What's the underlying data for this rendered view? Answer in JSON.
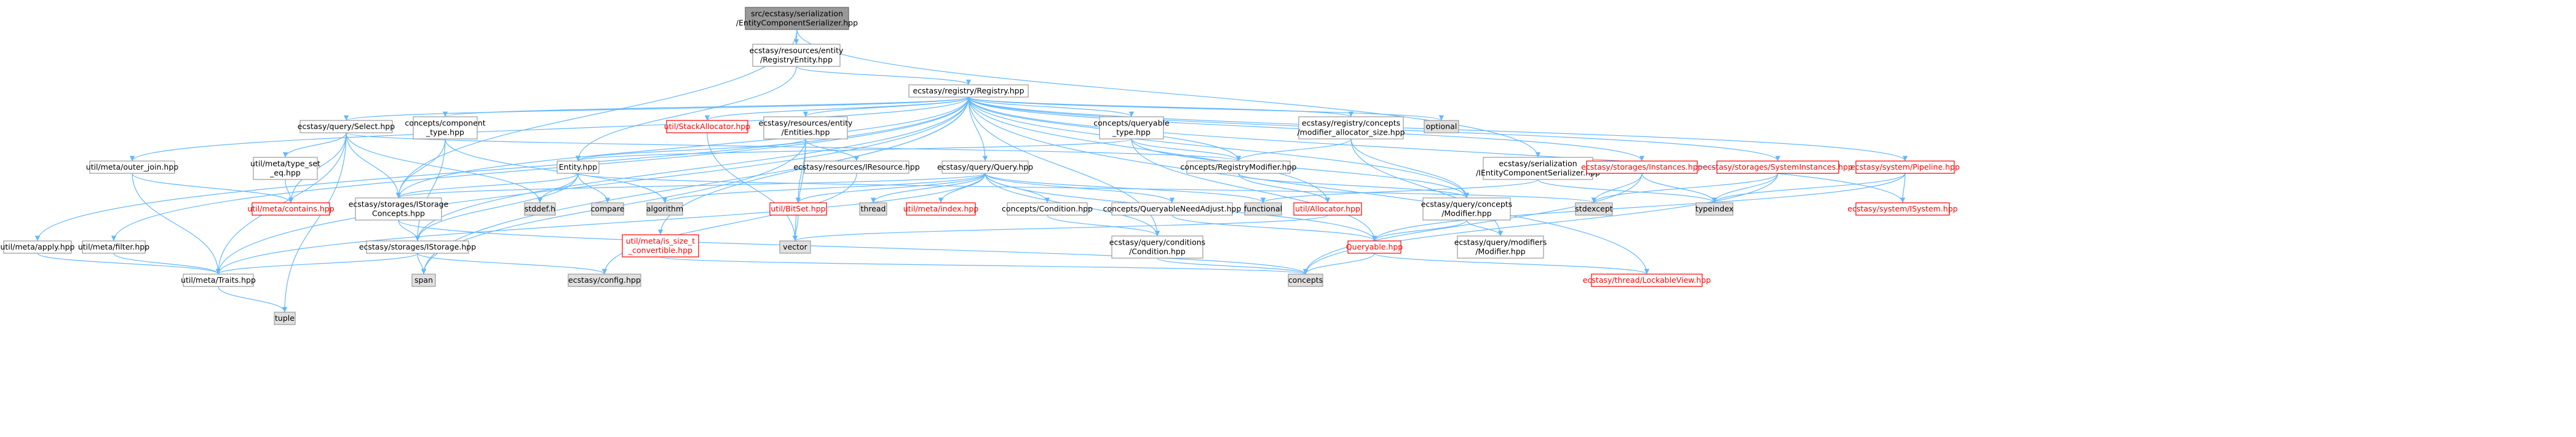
{
  "colors": {
    "edge": "#63b8ff",
    "node_border": "#999999",
    "root_fill": "#999999",
    "system_fill": "#e0e0e0",
    "unresolved": "#ff0000"
  },
  "nodes": [
    {
      "id": "root",
      "lines": [
        "src/ecstasy/serialization",
        "/EntityComponentSerializer.hpp"
      ],
      "style": "root"
    },
    {
      "id": "registryentity",
      "lines": [
        "ecstasy/resources/entity",
        "/RegistryEntity.hpp"
      ]
    },
    {
      "id": "registry",
      "lines": [
        "ecstasy/registry/Registry.hpp"
      ]
    },
    {
      "id": "select",
      "lines": [
        "ecstasy/query/Select.hpp"
      ]
    },
    {
      "id": "concepts_component",
      "lines": [
        "concepts/component",
        "_type.hpp"
      ]
    },
    {
      "id": "stackallocator",
      "lines": [
        "util/StackAllocator.hpp"
      ],
      "style": "red"
    },
    {
      "id": "entities",
      "lines": [
        "ecstasy/resources/entity",
        "/Entities.hpp"
      ]
    },
    {
      "id": "queryable_type",
      "lines": [
        "concepts/queryable",
        "_type.hpp"
      ]
    },
    {
      "id": "modifier_alloc_size",
      "lines": [
        "ecstasy/registry/concepts",
        "/modifier_allocator_size.hpp"
      ]
    },
    {
      "id": "optional",
      "lines": [
        "optional"
      ],
      "style": "grey"
    },
    {
      "id": "iecs",
      "lines": [
        "ecstasy/serialization",
        "/IEntityComponentSerializer.hpp"
      ]
    },
    {
      "id": "instances",
      "lines": [
        "ecstasy/storages/Instances.hpp"
      ],
      "style": "red"
    },
    {
      "id": "systeminstances",
      "lines": [
        "ecstasy/storages/SystemInstances.hpp"
      ],
      "style": "red"
    },
    {
      "id": "pipeline",
      "lines": [
        "ecstasy/system/Pipeline.hpp"
      ],
      "style": "red"
    },
    {
      "id": "outer_join",
      "lines": [
        "util/meta/outer_join.hpp"
      ]
    },
    {
      "id": "type_set_eq",
      "lines": [
        "util/meta/type_set",
        "_eq.hpp"
      ]
    },
    {
      "id": "entity",
      "lines": [
        "Entity.hpp"
      ]
    },
    {
      "id": "iresource",
      "lines": [
        "ecstasy/resources/IResource.hpp"
      ]
    },
    {
      "id": "query",
      "lines": [
        "ecstasy/query/Query.hpp"
      ]
    },
    {
      "id": "registrymodifier",
      "lines": [
        "concepts/RegistryModifier.hpp"
      ]
    },
    {
      "id": "contains",
      "lines": [
        "util/meta/contains.hpp"
      ],
      "style": "red"
    },
    {
      "id": "istoragec",
      "lines": [
        "ecstasy/storages/IStorage",
        "Concepts.hpp"
      ]
    },
    {
      "id": "stddef",
      "lines": [
        "stddef.h"
      ],
      "style": "grey"
    },
    {
      "id": "compare",
      "lines": [
        "compare"
      ],
      "style": "grey"
    },
    {
      "id": "algorithm",
      "lines": [
        "algorithm"
      ],
      "style": "grey"
    },
    {
      "id": "thread",
      "lines": [
        "thread"
      ],
      "style": "grey"
    },
    {
      "id": "index",
      "lines": [
        "util/meta/index.hpp"
      ],
      "style": "red"
    },
    {
      "id": "bitset",
      "lines": [
        "util/BitSet.hpp"
      ],
      "style": "red"
    },
    {
      "id": "condition_concept",
      "lines": [
        "concepts/Condition.hpp"
      ]
    },
    {
      "id": "qneedadjust",
      "lines": [
        "concepts/QueryableNeedAdjust.hpp"
      ]
    },
    {
      "id": "functional",
      "lines": [
        "functional"
      ],
      "style": "grey"
    },
    {
      "id": "allocator",
      "lines": [
        "util/Allocator.hpp"
      ],
      "style": "red"
    },
    {
      "id": "modifier_concept",
      "lines": [
        "ecstasy/query/concepts",
        "/Modifier.hpp"
      ]
    },
    {
      "id": "stdexcept",
      "lines": [
        "stdexcept"
      ],
      "style": "grey"
    },
    {
      "id": "typeindex",
      "lines": [
        "typeindex"
      ],
      "style": "grey"
    },
    {
      "id": "isystem",
      "lines": [
        "ecstasy/system/ISystem.hpp"
      ],
      "style": "red"
    },
    {
      "id": "apply",
      "lines": [
        "util/meta/apply.hpp"
      ]
    },
    {
      "id": "filter",
      "lines": [
        "util/meta/filter.hpp"
      ]
    },
    {
      "id": "istorage",
      "lines": [
        "ecstasy/storages/IStorage.hpp"
      ]
    },
    {
      "id": "is_size_t",
      "lines": [
        "util/meta/is_size_t",
        "_convertible.hpp"
      ],
      "style": "red"
    },
    {
      "id": "vector",
      "lines": [
        "vector"
      ],
      "style": "grey"
    },
    {
      "id": "condition_hpp",
      "lines": [
        "ecstasy/query/conditions",
        "/Condition.hpp"
      ]
    },
    {
      "id": "queryable",
      "lines": [
        "Queryable.hpp"
      ],
      "style": "red"
    },
    {
      "id": "modifiers_modifier",
      "lines": [
        "ecstasy/query/modifiers",
        "/Modifier.hpp"
      ]
    },
    {
      "id": "traits",
      "lines": [
        "util/meta/Traits.hpp"
      ]
    },
    {
      "id": "span",
      "lines": [
        "span"
      ],
      "style": "grey"
    },
    {
      "id": "config",
      "lines": [
        "ecstasy/config.hpp"
      ],
      "style": "grey"
    },
    {
      "id": "concepts",
      "lines": [
        "concepts"
      ],
      "style": "grey"
    },
    {
      "id": "lockableview",
      "lines": [
        "ecstasy/thread/LockableView.hpp"
      ],
      "style": "red"
    },
    {
      "id": "tuple",
      "lines": [
        "tuple"
      ],
      "style": "grey"
    }
  ],
  "edges": [
    [
      "root",
      "registryentity"
    ],
    [
      "root",
      "istoragec"
    ],
    [
      "root",
      "iecs"
    ],
    [
      "registryentity",
      "registry"
    ],
    [
      "registryentity",
      "entity"
    ],
    [
      "registry",
      "select"
    ],
    [
      "registry",
      "concepts_component"
    ],
    [
      "registry",
      "stackallocator"
    ],
    [
      "registry",
      "entities"
    ],
    [
      "registry",
      "queryable_type"
    ],
    [
      "registry",
      "modifier_alloc_size"
    ],
    [
      "registry",
      "optional"
    ],
    [
      "registry",
      "instances"
    ],
    [
      "registry",
      "systeminstances"
    ],
    [
      "registry",
      "pipeline"
    ],
    [
      "registry",
      "outer_join"
    ],
    [
      "registry",
      "query"
    ],
    [
      "registry",
      "registrymodifier"
    ],
    [
      "registry",
      "istoragec"
    ],
    [
      "registry",
      "istorage"
    ],
    [
      "registry",
      "apply"
    ],
    [
      "registry",
      "filter"
    ],
    [
      "registry",
      "traits"
    ],
    [
      "registry",
      "span"
    ],
    [
      "registry",
      "is_size_t"
    ],
    [
      "registry",
      "allocator"
    ],
    [
      "registry",
      "modifier_concept"
    ],
    [
      "registry",
      "condition_hpp"
    ],
    [
      "registry",
      "isystem"
    ],
    [
      "registry",
      "lockableview"
    ],
    [
      "select",
      "type_set_eq"
    ],
    [
      "select",
      "contains"
    ],
    [
      "select",
      "registrymodifier"
    ],
    [
      "select",
      "istoragec"
    ],
    [
      "select",
      "stddef"
    ],
    [
      "select",
      "traits"
    ],
    [
      "select",
      "tuple"
    ],
    [
      "concepts_component",
      "istoragec"
    ],
    [
      "concepts_component",
      "istorage"
    ],
    [
      "concepts_component",
      "algorithm"
    ],
    [
      "stackallocator",
      "vector"
    ],
    [
      "entities",
      "iresource"
    ],
    [
      "entities",
      "bitset"
    ],
    [
      "entities",
      "entity"
    ],
    [
      "entities",
      "vector"
    ],
    [
      "entities",
      "span"
    ],
    [
      "queryable_type",
      "entity"
    ],
    [
      "queryable_type",
      "registrymodifier"
    ],
    [
      "queryable_type",
      "queryable"
    ],
    [
      "queryable_type",
      "modifier_concept"
    ],
    [
      "modifier_alloc_size",
      "registrymodifier"
    ],
    [
      "modifier_alloc_size",
      "modifier_concept"
    ],
    [
      "modifier_alloc_size",
      "modifiers_modifier"
    ],
    [
      "iecs",
      "functional"
    ],
    [
      "iecs",
      "typeindex"
    ],
    [
      "instances",
      "stdexcept"
    ],
    [
      "instances",
      "typeindex"
    ],
    [
      "instances",
      "concepts"
    ],
    [
      "systeminstances",
      "stdexcept"
    ],
    [
      "systeminstances",
      "typeindex"
    ],
    [
      "systeminstances",
      "concepts"
    ],
    [
      "pipeline",
      "isystem"
    ],
    [
      "pipeline",
      "typeindex"
    ],
    [
      "pipeline",
      "queryable"
    ],
    [
      "outer_join",
      "contains"
    ],
    [
      "outer_join",
      "traits"
    ],
    [
      "type_set_eq",
      "contains"
    ],
    [
      "entity",
      "istoragec"
    ],
    [
      "entity",
      "istorage"
    ],
    [
      "entity",
      "stddef"
    ],
    [
      "entity",
      "compare"
    ],
    [
      "entity",
      "stdexcept"
    ],
    [
      "iresource",
      "config"
    ],
    [
      "query",
      "istoragec"
    ],
    [
      "query",
      "algorithm"
    ],
    [
      "query",
      "thread"
    ],
    [
      "query",
      "index"
    ],
    [
      "query",
      "bitset"
    ],
    [
      "query",
      "condition_concept"
    ],
    [
      "query",
      "qneedadjust"
    ],
    [
      "query",
      "functional"
    ],
    [
      "query",
      "queryable"
    ],
    [
      "query",
      "condition_hpp"
    ],
    [
      "query",
      "traits"
    ],
    [
      "registrymodifier",
      "allocator"
    ],
    [
      "registrymodifier",
      "modifier_concept"
    ],
    [
      "istoragec",
      "istorage"
    ],
    [
      "istoragec",
      "concepts"
    ],
    [
      "bitset",
      "vector"
    ],
    [
      "condition_concept",
      "condition_hpp"
    ],
    [
      "qneedadjust",
      "queryable"
    ],
    [
      "allocator",
      "vector"
    ],
    [
      "modifier_concept",
      "queryable"
    ],
    [
      "modifier_concept",
      "modifiers_modifier"
    ],
    [
      "apply",
      "traits"
    ],
    [
      "filter",
      "traits"
    ],
    [
      "istorage",
      "traits"
    ],
    [
      "istorage",
      "span"
    ],
    [
      "istorage",
      "config"
    ],
    [
      "is_size_t",
      "concepts"
    ],
    [
      "condition_hpp",
      "concepts"
    ],
    [
      "queryable",
      "concepts"
    ],
    [
      "queryable",
      "lockableview"
    ],
    [
      "traits",
      "tuple"
    ]
  ]
}
